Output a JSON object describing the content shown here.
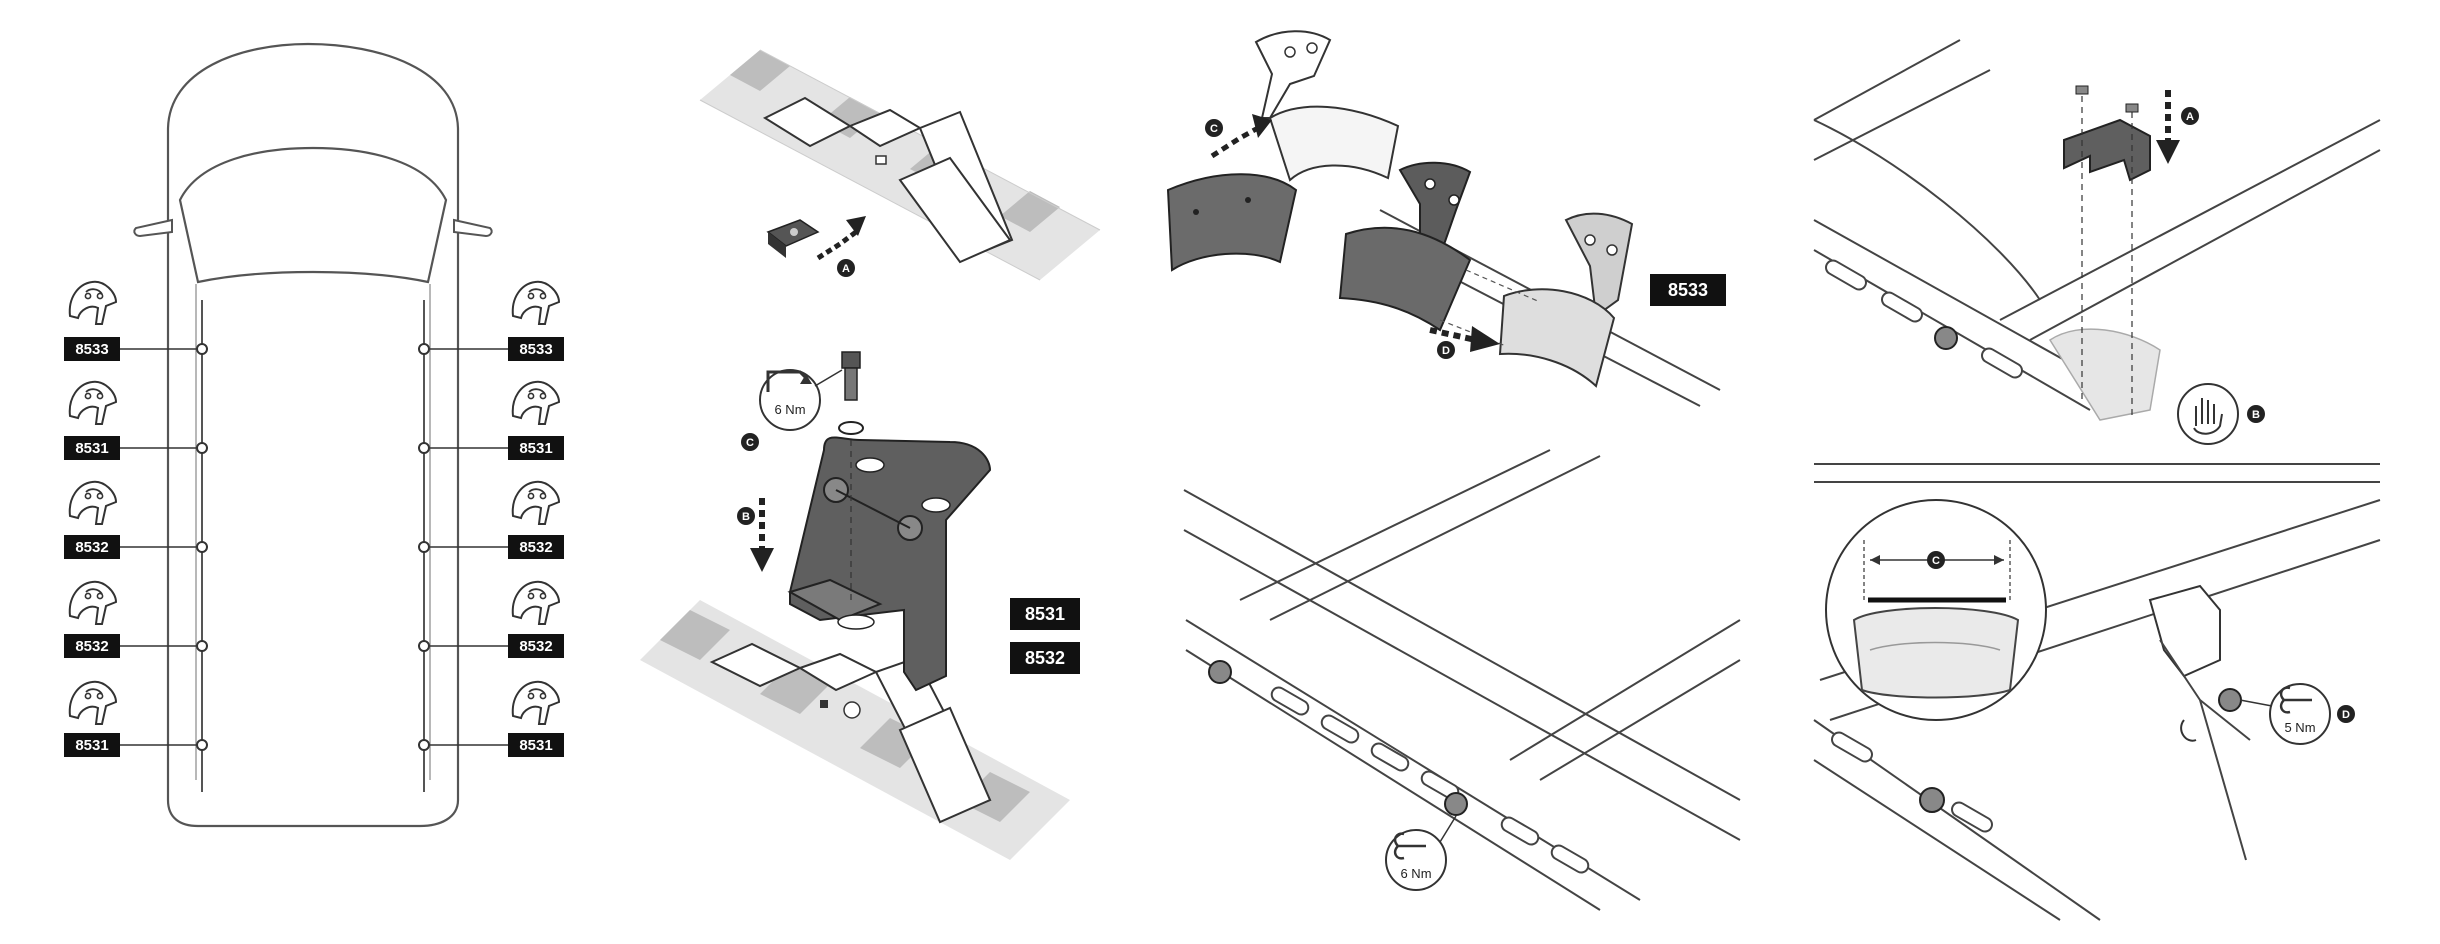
{
  "part_codes": {
    "p8533": "8533",
    "p8531": "8531",
    "p8532": "8532"
  },
  "car_mount_labels": {
    "left": [
      "8533",
      "8531",
      "8532",
      "8532",
      "8531"
    ],
    "right": [
      "8533",
      "8531",
      "8532",
      "8532",
      "8531"
    ]
  },
  "step_markers": {
    "a": "A",
    "b": "B",
    "c": "C",
    "d": "D"
  },
  "torque": {
    "six_nm": "6 Nm",
    "five_nm": "5 Nm"
  },
  "colors": {
    "stroke": "#333333",
    "dark_fill": "#5c5c5c",
    "mid_fill": "#8e8e8e",
    "light_fill": "#d4d4d4",
    "hatch_dark": "#bdbdbd",
    "hatch_light": "#e6e6e6",
    "label_bg": "#111111",
    "label_text": "#ffffff"
  },
  "icons": [
    "bracket-icon",
    "hex-key-icon",
    "wrench-icon",
    "hand-icon",
    "arrow-icon"
  ]
}
